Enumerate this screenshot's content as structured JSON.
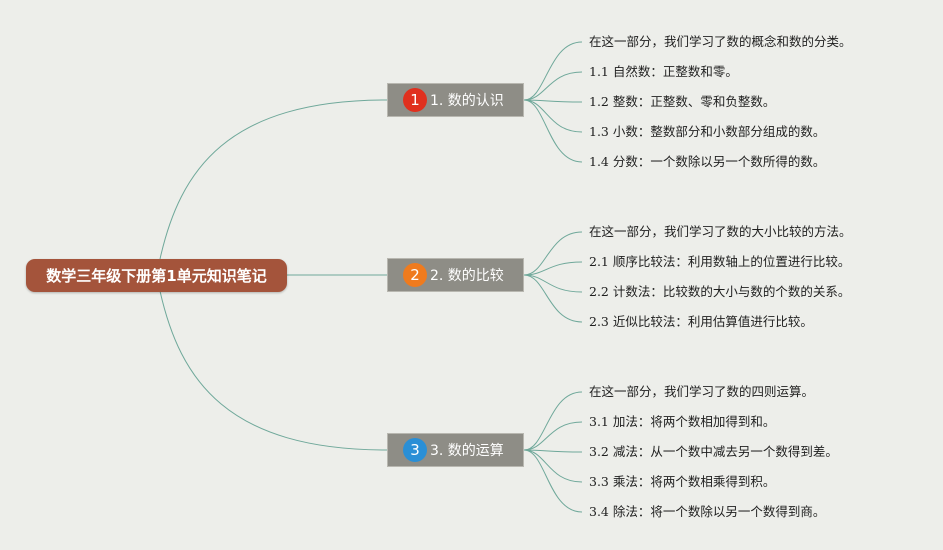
{
  "root": {
    "label": "数学三年级下册第1单元知识笔记"
  },
  "branches": [
    {
      "number": "1",
      "label": "1. 数的认识",
      "badge_color": "#e0301e",
      "leaves": [
        "在这一部分，我们学习了数的概念和数的分类。",
        "1.1 自然数：正整数和零。",
        "1.2 整数：正整数、零和负整数。",
        "1.3 小数：整数部分和小数部分组成的数。",
        "1.4 分数：一个数除以另一个数所得的数。"
      ]
    },
    {
      "number": "2",
      "label": "2. 数的比较",
      "badge_color": "#ef7b1e",
      "leaves": [
        "在这一部分，我们学习了数的大小比较的方法。",
        "2.1 顺序比较法：利用数轴上的位置进行比较。",
        "2.2 计数法：比较数的大小与数的个数的关系。",
        "2.3 近似比较法：利用估算值进行比较。"
      ]
    },
    {
      "number": "3",
      "label": "3. 数的运算",
      "badge_color": "#2a8fd6",
      "leaves": [
        "在这一部分，我们学习了数的四则运算。",
        "3.1 加法：将两个数相加得到和。",
        "3.2 减法：从一个数中减去另一个数得到差。",
        "3.3 乘法：将两个数相乘得到积。",
        "3.4 除法：将一个数除以另一个数得到商。"
      ]
    }
  ],
  "colors": {
    "background": "#edeeea",
    "root_fill": "#a4543b",
    "branch_fill": "#8e8d86",
    "connector": "#6fa89a"
  }
}
